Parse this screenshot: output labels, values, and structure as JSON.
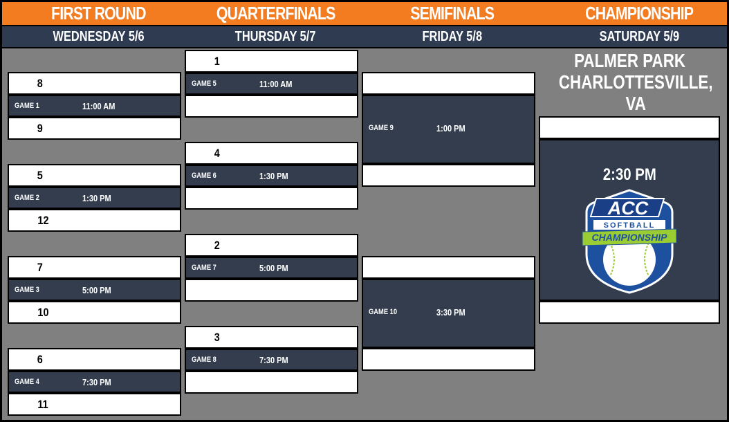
{
  "rounds": [
    {
      "name": "FIRST ROUND",
      "date": "WEDNESDAY 5/6"
    },
    {
      "name": "QUARTERFINALS",
      "date": "THURSDAY 5/7"
    },
    {
      "name": "SEMIFINALS",
      "date": "FRIDAY 5/8"
    },
    {
      "name": "CHAMPIONSHIP",
      "date": "SATURDAY 5/9"
    }
  ],
  "first_round": [
    {
      "top_seed": "8",
      "bottom_seed": "9",
      "game": "GAME 1",
      "time": "11:00 AM"
    },
    {
      "top_seed": "5",
      "bottom_seed": "12",
      "game": "GAME 2",
      "time": "1:30 PM"
    },
    {
      "top_seed": "7",
      "bottom_seed": "10",
      "game": "GAME 3",
      "time": "5:00 PM"
    },
    {
      "top_seed": "6",
      "bottom_seed": "11",
      "game": "GAME 4",
      "time": "7:30 PM"
    }
  ],
  "quarterfinals": [
    {
      "top_seed": "1",
      "bottom_seed": "",
      "game": "GAME 5",
      "time": "11:00 AM"
    },
    {
      "top_seed": "4",
      "bottom_seed": "",
      "game": "GAME 6",
      "time": "1:30 PM"
    },
    {
      "top_seed": "2",
      "bottom_seed": "",
      "game": "GAME 7",
      "time": "5:00 PM"
    },
    {
      "top_seed": "3",
      "bottom_seed": "",
      "game": "GAME 8",
      "time": "7:30 PM"
    }
  ],
  "semifinals": [
    {
      "game": "GAME 9",
      "time": "1:00 PM"
    },
    {
      "game": "GAME 10",
      "time": "3:30 PM"
    }
  ],
  "championship": {
    "venue_line1": "PALMER PARK",
    "venue_line2": "CHARLOTTESVILLE, VA",
    "time": "2:30 PM",
    "logo": {
      "acc": "ACC",
      "softball": "SOFTBALL",
      "championship": "CHAMPIONSHIP"
    }
  },
  "colors": {
    "orange": "#f47c20",
    "navy": "#2e3b50",
    "slate": "#333d4e",
    "gray": "#808080",
    "logo_blue": "#1e50a0",
    "logo_green": "#9acd32"
  }
}
